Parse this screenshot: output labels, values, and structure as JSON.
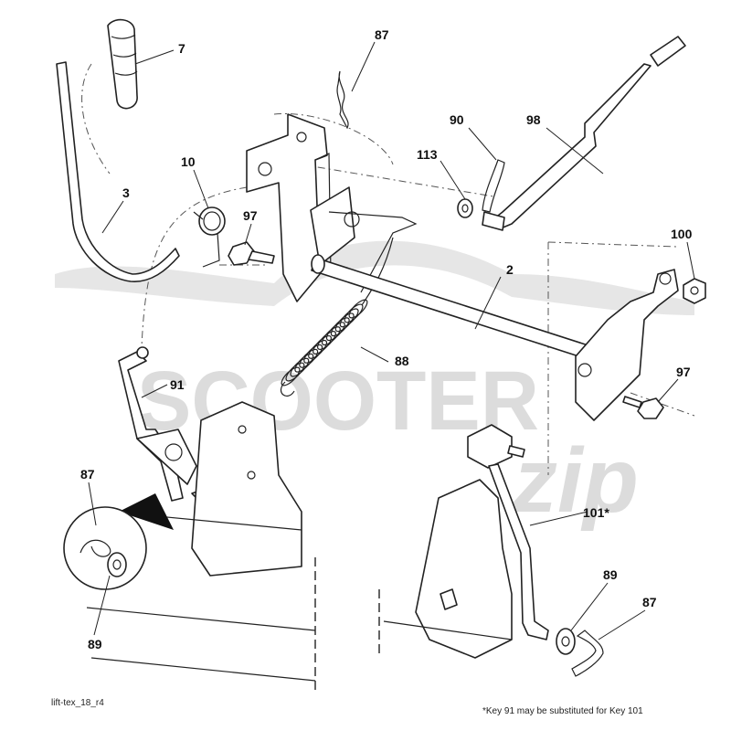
{
  "diagram": {
    "drawing_id": "lift-tex_18_r4",
    "footnote": "*Key 91 may be substituted for Key 101",
    "watermark": {
      "word1": "SCOOTER",
      "word2": "zip"
    },
    "callouts": {
      "c7": "7",
      "c87a": "87",
      "c90": "90",
      "c98": "98",
      "c113": "113",
      "c10": "10",
      "c3": "3",
      "c97a": "97",
      "c2": "2",
      "c100": "100",
      "c88": "88",
      "c91": "91",
      "c97b": "97",
      "c87b": "87",
      "c89a": "89",
      "c101": "101*",
      "c89b": "89",
      "c87c": "87"
    }
  }
}
